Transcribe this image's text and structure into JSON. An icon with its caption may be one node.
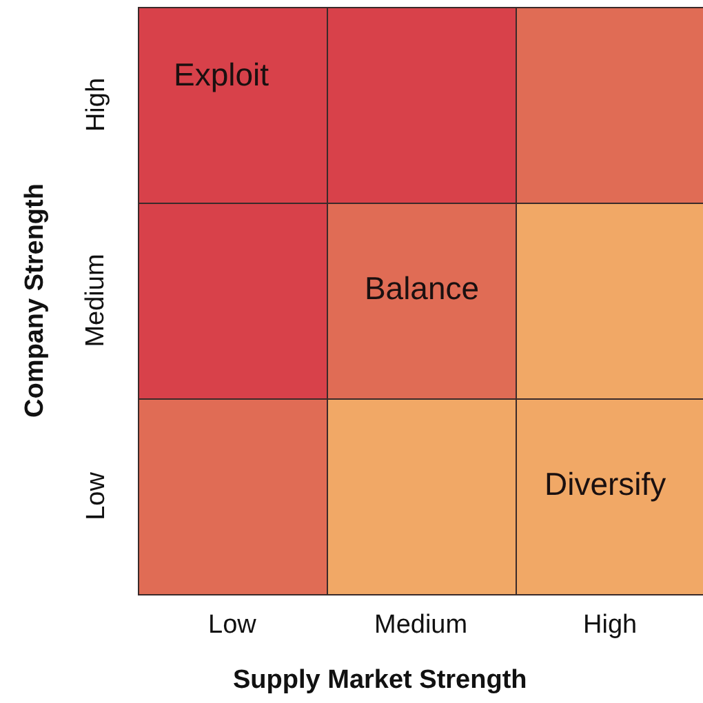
{
  "diagram": {
    "nodes": [
      {
        "text": [
          "Exploit"
        ]
      },
      {
        "text": [],
        "shape": "box"
      },
      {
        "text": [],
        "shape": "box"
      },
      {
        "text": [],
        "shape": "box"
      },
      {
        "text": [
          "Balance"
        ]
      },
      {
        "text": [],
        "shape": "box"
      },
      {
        "text": [],
        "shape": "box"
      },
      {
        "text": [],
        "shape": "box"
      },
      {
        "text": [
          "Diversify"
        ]
      }
    ],
    "labels": [
      "Company Strength",
      "High",
      "Medium",
      "Low",
      "Low",
      "Medium",
      "High",
      "Supply Market Strength"
    ]
  }
}
